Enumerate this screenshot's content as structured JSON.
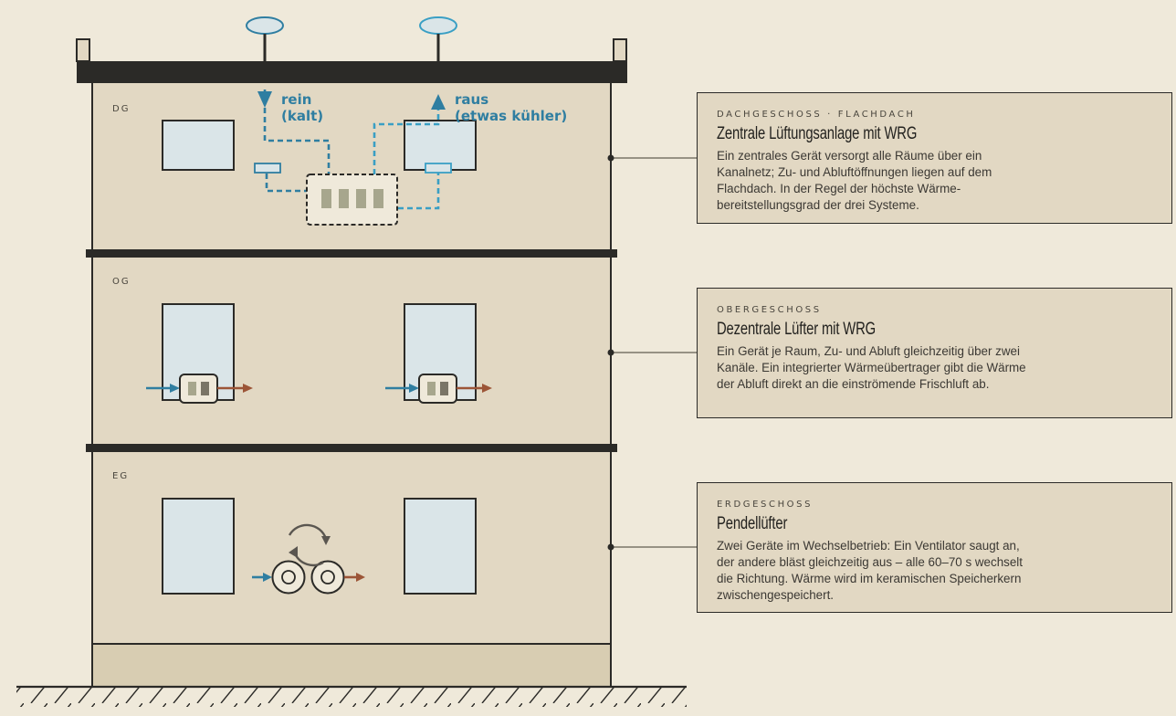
{
  "floors": {
    "dg": {
      "label": "DG"
    },
    "og": {
      "label": "OG"
    },
    "eg": {
      "label": "EG"
    }
  },
  "flow": {
    "in_label_1": "rein",
    "in_label_2": "(kalt)",
    "out_label_1": "raus",
    "out_label_2": "(etwas kühler)"
  },
  "callouts": [
    {
      "eyebrow": "Dachgeschoss · Flachdach",
      "title": "Zentrale Lüftungsanlage mit WRG",
      "body": "Ein zentrales Gerät versorgt alle Räume über ein Kanalnetz; Zu- und Abluftöffnungen liegen auf dem Flachdach. In der Regel der höchste Wärme-bereitstellungsgrad der drei Systeme."
    },
    {
      "eyebrow": "Obergeschoss",
      "title": "Dezentrale Lüfter mit WRG",
      "body": "Ein Gerät je Raum, Zu- und Abluft gleichzeitig über zwei Kanäle. Ein integrierter Wärmeübertrager gibt die Wärme der Abluft direkt an die einströmende Frischluft ab."
    },
    {
      "eyebrow": "Erdgeschoss",
      "title": "Pendellüfter",
      "body": "Zwei Geräte im Wechselbetrieb: Ein Ventilator saugt an, der andere bläst gleichzeitig aus – alle 60–70 s wechselt die Richtung. Wärme wird im keramischen Speicherkern zwischengespeichert."
    }
  ],
  "colors": {
    "supply": "#2f7ea1",
    "exhaust": "#3a9fc4",
    "outflow": "#9c5537",
    "structure": "#2b2a27",
    "wall": "#e2d8c3",
    "window": "#dae5e8"
  }
}
